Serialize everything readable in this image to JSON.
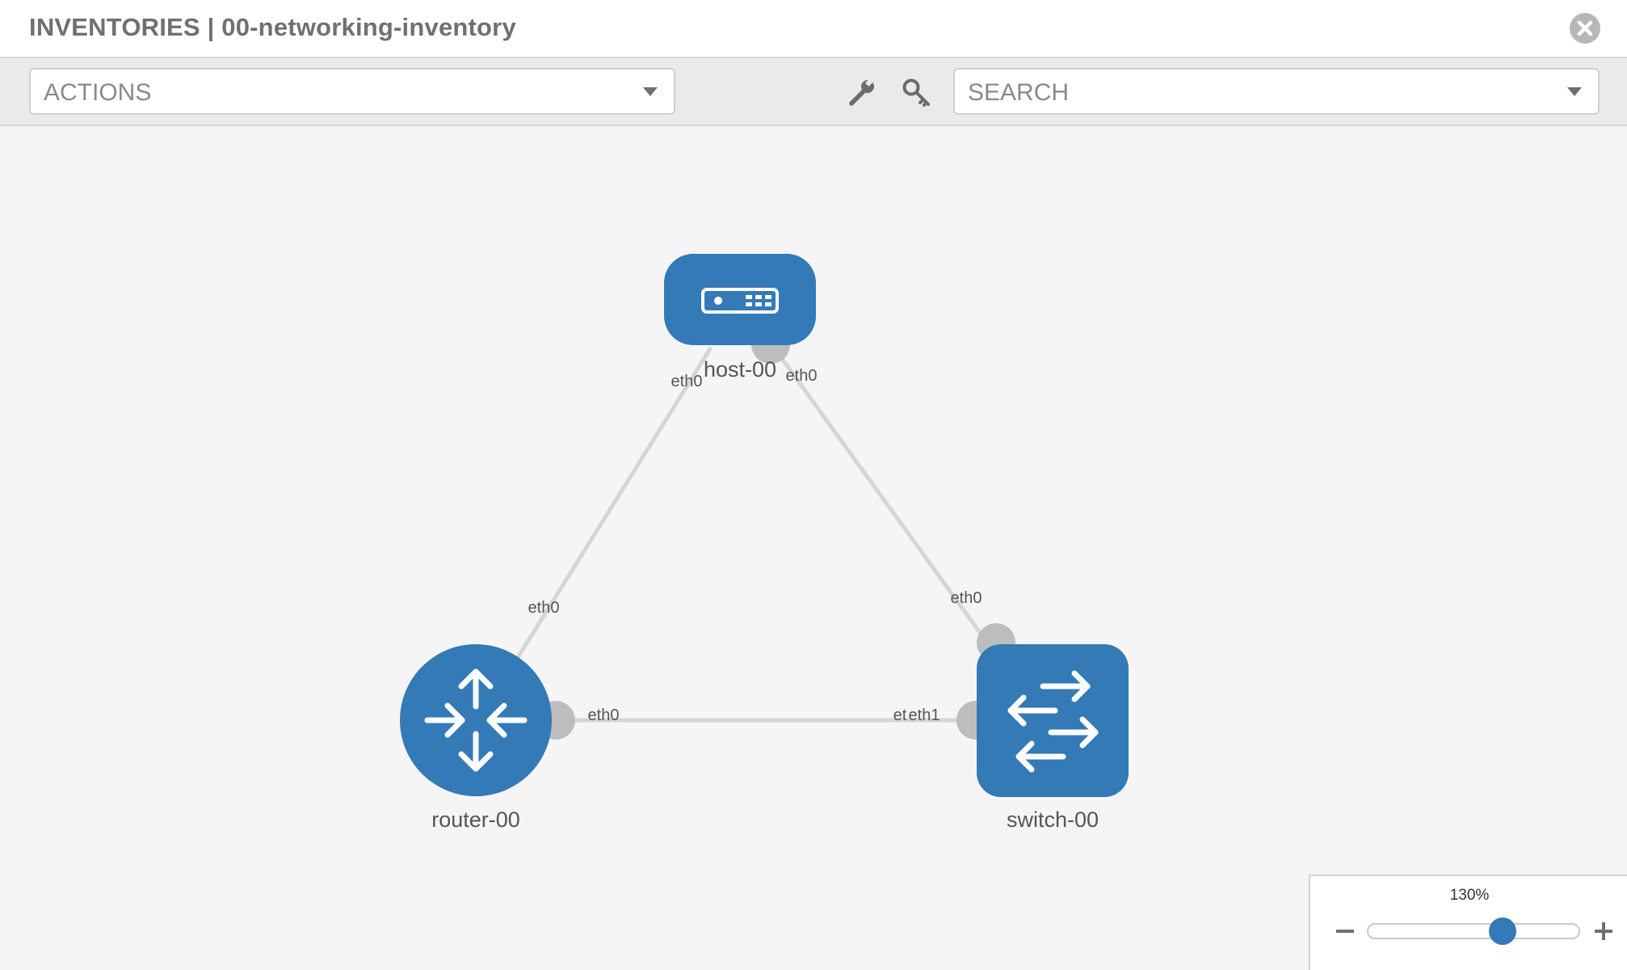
{
  "header": {
    "title": "INVENTORIES | 00-networking-inventory"
  },
  "toolbar": {
    "actions": {
      "label": "ACTIONS"
    },
    "search": {
      "label": "SEARCH"
    }
  },
  "topology": {
    "nodes": [
      {
        "id": "host",
        "label": "host-00",
        "type": "host"
      },
      {
        "id": "router",
        "label": "router-00",
        "type": "router"
      },
      {
        "id": "switch",
        "label": "switch-00",
        "type": "switch"
      }
    ],
    "interface_labels": {
      "host_router_side": "eth0",
      "host_switch_side": "eth0",
      "router_host_side": "eth0",
      "router_switch_side": "eth0",
      "switch_host_side": "eth0",
      "switch_router_side": "eth1",
      "switch_router_side_overlap": "et"
    }
  },
  "zoom": {
    "label": "130%",
    "level": 0.64
  },
  "colors": {
    "node": "#337ab7",
    "link": "#d5d5d5",
    "port": "#bdbdbd",
    "canvas": "#f5f5f5"
  }
}
